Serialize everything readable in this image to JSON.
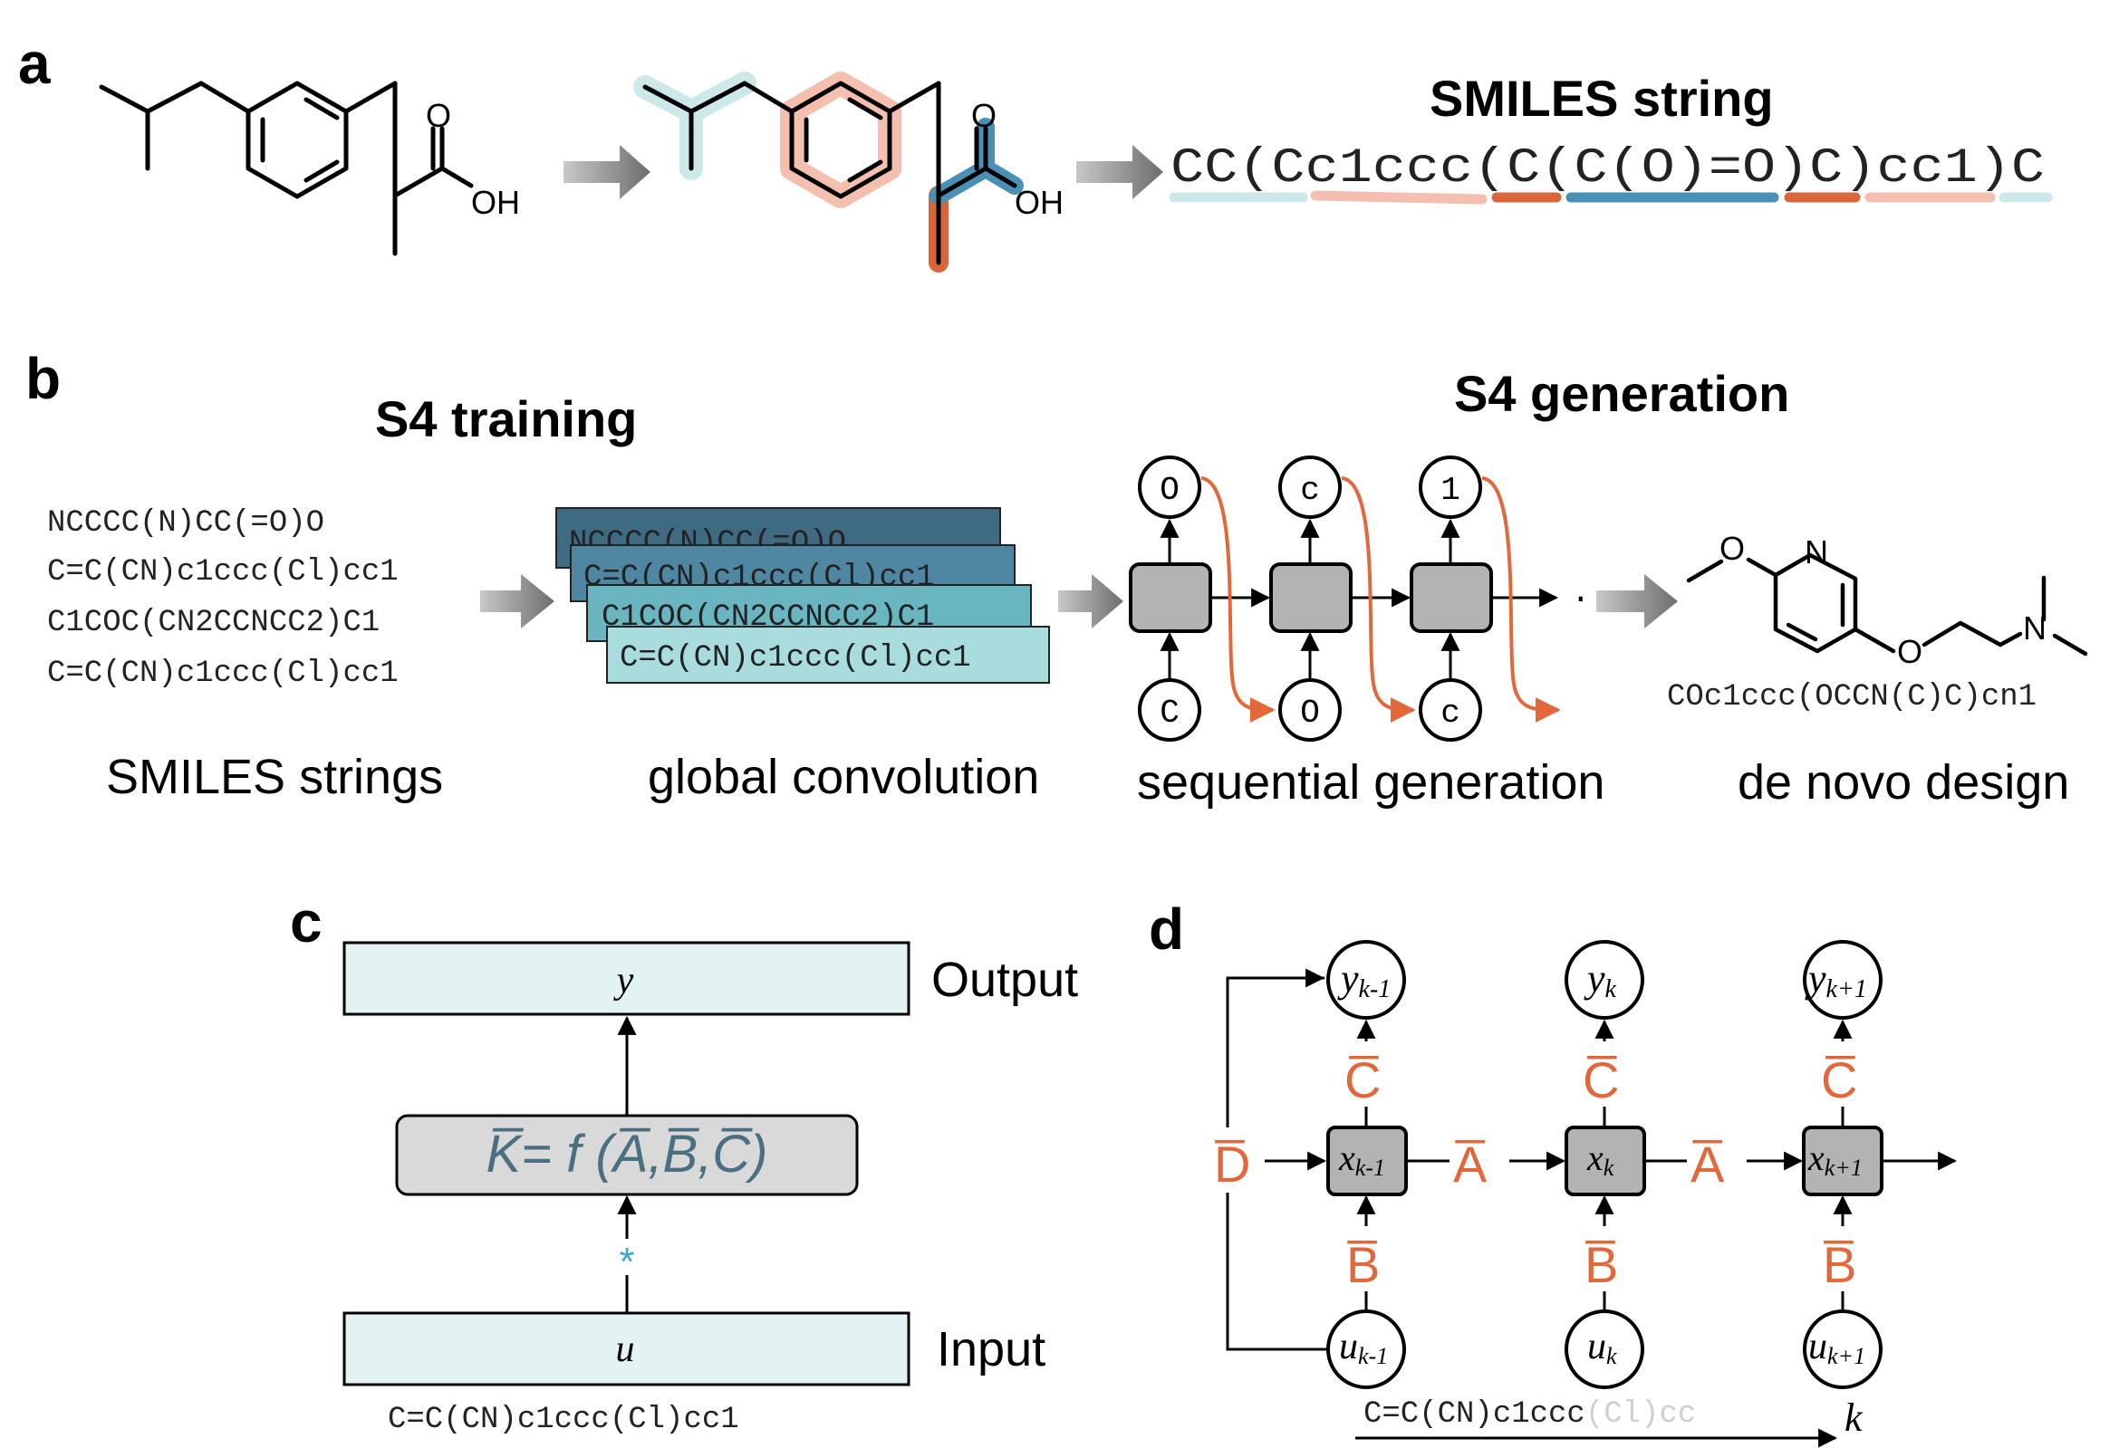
{
  "panel_a": {
    "label": "a",
    "smiles_title": "SMILES string",
    "smiles": "CC(Cc1ccc(C(C(O)=O)C)cc1)C",
    "atom_o": "O",
    "atom_oh": "OH",
    "colors": {
      "light_teal": "#cde8e8",
      "salmon": "#f4bfae",
      "dark_orange": "#d9653a",
      "blue": "#4a8fb5"
    }
  },
  "panel_b": {
    "label": "b",
    "training_title": "S4 training",
    "generation_title": "S4 generation",
    "inputs": [
      "NCCCC(N)CC(=O)O",
      "C=C(CN)c1ccc(Cl)cc1",
      "C1COC(CN2CCNCC2)C1",
      "C=C(CN)c1ccc(Cl)cc1"
    ],
    "conv_layers": [
      "NCCCC(N)CC(=O)O",
      "C=C(CN)c1ccc(Cl)cc1",
      "C1COC(CN2CCNCC2)C1",
      "C=C(CN)c1ccc(Cl)cc1"
    ],
    "gen_inputs": [
      "C",
      "O",
      "c"
    ],
    "gen_outputs": [
      "O",
      "c",
      "1"
    ],
    "ellipsis": "...",
    "designed_smiles": "COc1ccc(OCCN(C)C)cn1",
    "atom_o": "O",
    "atom_n": "N",
    "captions": {
      "smiles": "SMILES strings",
      "conv": "global convolution",
      "seq": "sequential generation",
      "denovo": "de novo design"
    },
    "colors": {
      "conv_dark": "#3e6a82",
      "conv_light": "#a9dcdc",
      "node_fill": "#b3b3b3",
      "arrow_orange": "#e2683c"
    }
  },
  "panel_c": {
    "label": "c",
    "output_var": "y",
    "output_label": "Output",
    "kernel_formula": "K̅= f (A̅,B̅,C̅)",
    "conv_symbol": "*",
    "input_var": "u",
    "input_label": "Input",
    "input_smiles": "C=C(CN)c1ccc(Cl)cc1",
    "colors": {
      "box_fill": "#e3f3f3",
      "kernel_fill": "#d9d9d9",
      "kernel_text": "#4a6f80",
      "star": "#3ba6d6"
    }
  },
  "panel_d": {
    "label": "d",
    "columns": [
      {
        "y": "y",
        "y_sub": "k-1",
        "x": "x",
        "x_sub": "k-1",
        "u": "u",
        "u_sub": "k-1"
      },
      {
        "y": "y",
        "y_sub": "k",
        "x": "x",
        "x_sub": "k",
        "u": "u",
        "u_sub": "k"
      },
      {
        "y": "y",
        "y_sub": "k+1",
        "x": "x",
        "x_sub": "k+1",
        "u": "u",
        "u_sub": "k+1"
      }
    ],
    "mat_c": "C̅",
    "mat_b": "B̅",
    "mat_a": "A̅",
    "mat_d": "D̅",
    "axis_smiles_dark": "C=C(CN)c1ccc",
    "axis_smiles_faded": "(Cl)cc",
    "axis_var": "k"
  }
}
